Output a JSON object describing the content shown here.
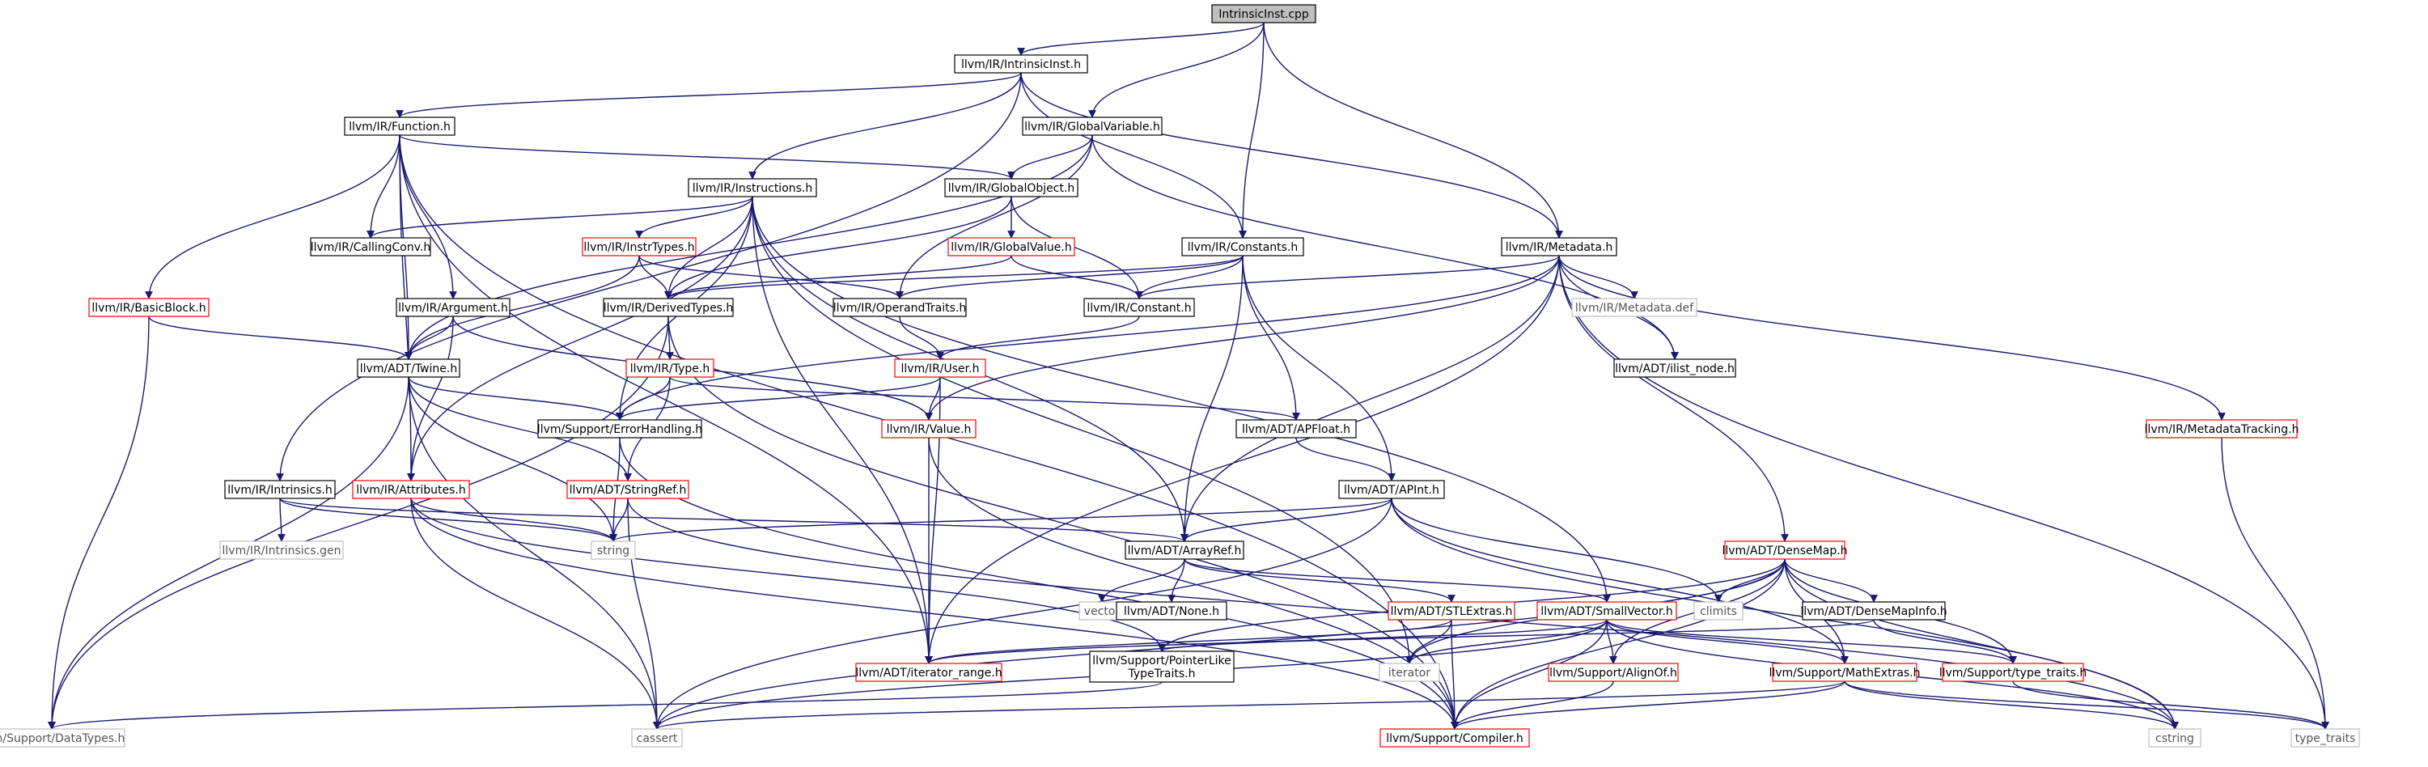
{
  "graph": {
    "colors": {
      "edge": "#191970",
      "normal_border": "#000000",
      "truncated_border": "#ff0000",
      "external_border": "#bfbfbf",
      "root_fill": "#bfbfbf"
    },
    "nodes": [
      {
        "id": "root",
        "label": "IntrinsicInst.cpp",
        "kind": "root"
      },
      {
        "id": "intrinsicinst_h",
        "label": "llvm/IR/IntrinsicInst.h",
        "kind": "normal"
      },
      {
        "id": "function_h",
        "label": "llvm/IR/Function.h",
        "kind": "normal"
      },
      {
        "id": "globalvariable_h",
        "label": "llvm/IR/GlobalVariable.h",
        "kind": "normal"
      },
      {
        "id": "instructions_h",
        "label": "llvm/IR/Instructions.h",
        "kind": "normal"
      },
      {
        "id": "globalobject_h",
        "label": "llvm/IR/GlobalObject.h",
        "kind": "normal"
      },
      {
        "id": "callingconv_h",
        "label": "llvm/IR/CallingConv.h",
        "kind": "normal"
      },
      {
        "id": "instrtypes_h",
        "label": "llvm/IR/InstrTypes.h",
        "kind": "trunc"
      },
      {
        "id": "globalvalue_h",
        "label": "llvm/IR/GlobalValue.h",
        "kind": "trunc"
      },
      {
        "id": "constants_h",
        "label": "llvm/IR/Constants.h",
        "kind": "normal"
      },
      {
        "id": "metadata_h",
        "label": "llvm/IR/Metadata.h",
        "kind": "normal"
      },
      {
        "id": "basicblock_h",
        "label": "llvm/IR/BasicBlock.h",
        "kind": "trunc"
      },
      {
        "id": "argument_h",
        "label": "llvm/IR/Argument.h",
        "kind": "normal"
      },
      {
        "id": "derivedtypes_h",
        "label": "llvm/IR/DerivedTypes.h",
        "kind": "normal"
      },
      {
        "id": "operandtraits_h",
        "label": "llvm/IR/OperandTraits.h",
        "kind": "normal"
      },
      {
        "id": "constant_h",
        "label": "llvm/IR/Constant.h",
        "kind": "normal"
      },
      {
        "id": "metadata_def",
        "label": "llvm/IR/Metadata.def",
        "kind": "ext"
      },
      {
        "id": "twine_h",
        "label": "llvm/ADT/Twine.h",
        "kind": "normal"
      },
      {
        "id": "type_h",
        "label": "llvm/IR/Type.h",
        "kind": "trunc"
      },
      {
        "id": "user_h",
        "label": "llvm/IR/User.h",
        "kind": "trunc"
      },
      {
        "id": "ilist_node_h",
        "label": "llvm/ADT/ilist_node.h",
        "kind": "normal"
      },
      {
        "id": "errorhandling_h",
        "label": "llvm/Support/ErrorHandling.h",
        "kind": "normal"
      },
      {
        "id": "value_h",
        "label": "llvm/IR/Value.h",
        "kind": "trunc"
      },
      {
        "id": "apfloat_h",
        "label": "llvm/ADT/APFloat.h",
        "kind": "normal"
      },
      {
        "id": "metadatatracking_h",
        "label": "llvm/IR/MetadataTracking.h",
        "kind": "trunc"
      },
      {
        "id": "intrinsics_h",
        "label": "llvm/IR/Intrinsics.h",
        "kind": "normal"
      },
      {
        "id": "attributes_h",
        "label": "llvm/IR/Attributes.h",
        "kind": "trunc"
      },
      {
        "id": "stringref_h",
        "label": "llvm/ADT/StringRef.h",
        "kind": "trunc"
      },
      {
        "id": "apint_h",
        "label": "llvm/ADT/APInt.h",
        "kind": "normal"
      },
      {
        "id": "intrinsics_gen",
        "label": "llvm/IR/Intrinsics.gen",
        "kind": "ext"
      },
      {
        "id": "string",
        "label": "string",
        "kind": "ext"
      },
      {
        "id": "arrayref_h",
        "label": "llvm/ADT/ArrayRef.h",
        "kind": "normal"
      },
      {
        "id": "densemap_h",
        "label": "llvm/ADT/DenseMap.h",
        "kind": "trunc"
      },
      {
        "id": "vector",
        "label": "vector",
        "kind": "ext"
      },
      {
        "id": "none_h",
        "label": "llvm/ADT/None.h",
        "kind": "normal"
      },
      {
        "id": "climits",
        "label": "climits",
        "kind": "ext"
      },
      {
        "id": "densemapinfo_h",
        "label": "llvm/ADT/DenseMapInfo.h",
        "kind": "normal"
      },
      {
        "id": "stlextras_h",
        "label": "llvm/ADT/STLExtras.h",
        "kind": "trunc"
      },
      {
        "id": "smallvector_h",
        "label": "llvm/ADT/SmallVector.h",
        "kind": "trunc"
      },
      {
        "id": "iterator_range_h",
        "label": "llvm/ADT/iterator_range.h",
        "kind": "trunc"
      },
      {
        "id": "pointerliketypetraits_h",
        "label": "llvm/Support/PointerLike\nTypeTraits.h",
        "kind": "normal"
      },
      {
        "id": "iterator",
        "label": "iterator",
        "kind": "ext"
      },
      {
        "id": "alignof_h",
        "label": "llvm/Support/AlignOf.h",
        "kind": "trunc"
      },
      {
        "id": "mathextras_h",
        "label": "llvm/Support/MathExtras.h",
        "kind": "trunc"
      },
      {
        "id": "type_traits_h",
        "label": "llvm/Support/type_traits.h",
        "kind": "trunc"
      },
      {
        "id": "datatypes_h",
        "label": "llvm/Support/DataTypes.h",
        "kind": "ext"
      },
      {
        "id": "cassert",
        "label": "cassert",
        "kind": "ext"
      },
      {
        "id": "compiler_h",
        "label": "llvm/Support/Compiler.h",
        "kind": "trunc"
      },
      {
        "id": "cstring",
        "label": "cstring",
        "kind": "ext"
      },
      {
        "id": "type_traits",
        "label": "type_traits",
        "kind": "ext"
      }
    ],
    "edges": [
      [
        "root",
        "intrinsicinst_h"
      ],
      [
        "root",
        "globalvariable_h"
      ],
      [
        "root",
        "constants_h"
      ],
      [
        "root",
        "metadata_h"
      ],
      [
        "intrinsicinst_h",
        "function_h"
      ],
      [
        "intrinsicinst_h",
        "instructions_h"
      ],
      [
        "intrinsicinst_h",
        "constants_h"
      ],
      [
        "intrinsicinst_h",
        "metadata_h"
      ],
      [
        "intrinsicinst_h",
        "intrinsics_h"
      ],
      [
        "function_h",
        "globalobject_h"
      ],
      [
        "function_h",
        "callingconv_h"
      ],
      [
        "function_h",
        "basicblock_h"
      ],
      [
        "function_h",
        "argument_h"
      ],
      [
        "function_h",
        "attributes_h"
      ],
      [
        "function_h",
        "twine_h"
      ],
      [
        "function_h",
        "iterator_range_h"
      ],
      [
        "function_h",
        "compiler_h"
      ],
      [
        "globalvariable_h",
        "globalobject_h"
      ],
      [
        "globalvariable_h",
        "operandtraits_h"
      ],
      [
        "globalvariable_h",
        "ilist_node_h"
      ],
      [
        "globalvariable_h",
        "twine_h"
      ],
      [
        "instructions_h",
        "callingconv_h"
      ],
      [
        "instructions_h",
        "instrtypes_h"
      ],
      [
        "instructions_h",
        "derivedtypes_h"
      ],
      [
        "instructions_h",
        "attributes_h"
      ],
      [
        "instructions_h",
        "errorhandling_h"
      ],
      [
        "instructions_h",
        "arrayref_h"
      ],
      [
        "instructions_h",
        "iterator_range_h"
      ],
      [
        "instructions_h",
        "iterator"
      ],
      [
        "instructions_h",
        "smallvector_h"
      ],
      [
        "globalobject_h",
        "derivedtypes_h"
      ],
      [
        "globalobject_h",
        "globalvalue_h"
      ],
      [
        "globalobject_h",
        "constant_h"
      ],
      [
        "instrtypes_h",
        "derivedtypes_h"
      ],
      [
        "instrtypes_h",
        "operandtraits_h"
      ],
      [
        "instrtypes_h",
        "twine_h"
      ],
      [
        "globalvalue_h",
        "constant_h"
      ],
      [
        "globalvalue_h",
        "derivedtypes_h"
      ],
      [
        "constants_h",
        "derivedtypes_h"
      ],
      [
        "constants_h",
        "operandtraits_h"
      ],
      [
        "constants_h",
        "constant_h"
      ],
      [
        "constants_h",
        "apfloat_h"
      ],
      [
        "constants_h",
        "apint_h"
      ],
      [
        "constants_h",
        "arrayref_h"
      ],
      [
        "metadata_h",
        "constant_h"
      ],
      [
        "metadata_h",
        "metadata_def"
      ],
      [
        "metadata_h",
        "ilist_node_h"
      ],
      [
        "metadata_h",
        "value_h"
      ],
      [
        "metadata_h",
        "metadatatracking_h"
      ],
      [
        "metadata_h",
        "arrayref_h"
      ],
      [
        "metadata_h",
        "densemap_h"
      ],
      [
        "metadata_h",
        "errorhandling_h"
      ],
      [
        "metadata_h",
        "iterator_range_h"
      ],
      [
        "metadata_h",
        "type_traits"
      ],
      [
        "basicblock_h",
        "twine_h"
      ],
      [
        "basicblock_h",
        "datatypes_h"
      ],
      [
        "argument_h",
        "twine_h"
      ],
      [
        "argument_h",
        "attributes_h"
      ],
      [
        "argument_h",
        "value_h"
      ],
      [
        "derivedtypes_h",
        "type_h"
      ],
      [
        "derivedtypes_h",
        "compiler_h"
      ],
      [
        "derivedtypes_h",
        "datatypes_h"
      ],
      [
        "operandtraits_h",
        "user_h"
      ],
      [
        "constant_h",
        "user_h"
      ],
      [
        "twine_h",
        "stringref_h"
      ],
      [
        "twine_h",
        "errorhandling_h"
      ],
      [
        "twine_h",
        "string"
      ],
      [
        "twine_h",
        "datatypes_h"
      ],
      [
        "twine_h",
        "cassert"
      ],
      [
        "type_h",
        "errorhandling_h"
      ],
      [
        "type_h",
        "stringref_h"
      ],
      [
        "type_h",
        "apfloat_h"
      ],
      [
        "user_h",
        "value_h"
      ],
      [
        "user_h",
        "errorhandling_h"
      ],
      [
        "user_h",
        "iterator_range_h"
      ],
      [
        "errorhandling_h",
        "string"
      ],
      [
        "errorhandling_h",
        "compiler_h"
      ],
      [
        "value_h",
        "iterator_range_h"
      ],
      [
        "value_h",
        "compiler_h"
      ],
      [
        "apfloat_h",
        "apint_h"
      ],
      [
        "metadatatracking_h",
        "type_traits"
      ],
      [
        "intrinsics_h",
        "intrinsics_gen"
      ],
      [
        "intrinsics_h",
        "string"
      ],
      [
        "intrinsics_h",
        "arrayref_h"
      ],
      [
        "attributes_h",
        "string"
      ],
      [
        "attributes_h",
        "pointerliketypetraits_h"
      ],
      [
        "attributes_h",
        "cassert"
      ],
      [
        "attributes_h",
        "compiler_h"
      ],
      [
        "stringref_h",
        "string"
      ],
      [
        "stringref_h",
        "cassert"
      ],
      [
        "stringref_h",
        "cstring"
      ],
      [
        "apint_h",
        "string"
      ],
      [
        "apint_h",
        "arrayref_h"
      ],
      [
        "apint_h",
        "mathextras_h"
      ],
      [
        "apint_h",
        "climits"
      ],
      [
        "apint_h",
        "cassert"
      ],
      [
        "apint_h",
        "cstring"
      ],
      [
        "arrayref_h",
        "vector"
      ],
      [
        "arrayref_h",
        "none_h"
      ],
      [
        "arrayref_h",
        "stlextras_h"
      ],
      [
        "arrayref_h",
        "smallvector_h"
      ],
      [
        "densemap_h",
        "densemapinfo_h"
      ],
      [
        "densemap_h",
        "climits"
      ],
      [
        "densemap_h",
        "type_traits_h"
      ],
      [
        "densemap_h",
        "mathextras_h"
      ],
      [
        "densemap_h",
        "alignof_h"
      ],
      [
        "densemap_h",
        "compiler_h"
      ],
      [
        "densemap_h",
        "pointerliketypetraits_h"
      ],
      [
        "densemap_h",
        "iterator"
      ],
      [
        "densemap_h",
        "cassert"
      ],
      [
        "densemap_h",
        "cstring"
      ],
      [
        "densemapinfo_h",
        "pointerliketypetraits_h"
      ],
      [
        "densemapinfo_h",
        "type_traits_h"
      ],
      [
        "stlextras_h",
        "iterator"
      ],
      [
        "stlextras_h",
        "compiler_h"
      ],
      [
        "stlextras_h",
        "iterator_range_h"
      ],
      [
        "smallvector_h",
        "iterator_range_h"
      ],
      [
        "smallvector_h",
        "alignof_h"
      ],
      [
        "smallvector_h",
        "mathextras_h"
      ],
      [
        "smallvector_h",
        "type_traits_h"
      ],
      [
        "smallvector_h",
        "compiler_h"
      ],
      [
        "smallvector_h",
        "iterator"
      ],
      [
        "smallvector_h",
        "cassert"
      ],
      [
        "smallvector_h",
        "cstring"
      ],
      [
        "pointerliketypetraits_h",
        "datatypes_h"
      ],
      [
        "alignof_h",
        "compiler_h"
      ],
      [
        "mathextras_h",
        "compiler_h"
      ],
      [
        "mathextras_h",
        "cassert"
      ],
      [
        "mathextras_h",
        "cstring"
      ],
      [
        "mathextras_h",
        "type_traits"
      ],
      [
        "type_traits_h",
        "type_traits"
      ]
    ]
  }
}
